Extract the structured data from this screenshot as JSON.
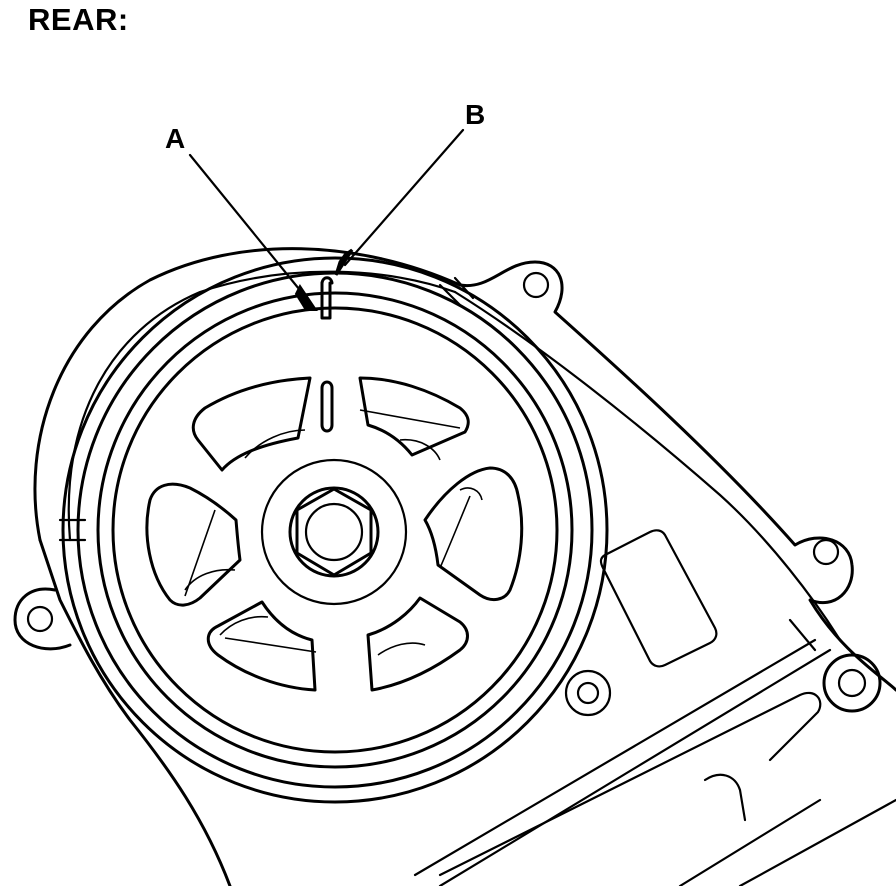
{
  "heading": "REAR:",
  "callouts": {
    "a": "A",
    "b": "B"
  },
  "colors": {
    "line": "#000000",
    "background": "#ffffff"
  }
}
